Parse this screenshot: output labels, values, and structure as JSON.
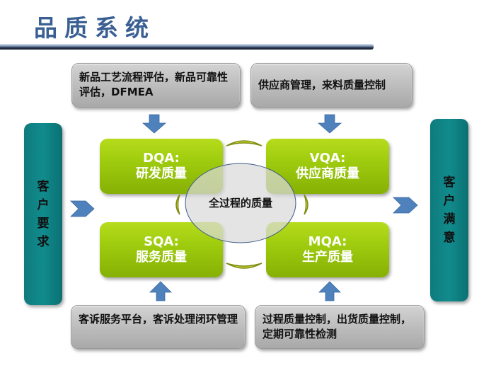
{
  "title": "品质系统",
  "inputs": {
    "left": "客户要求",
    "right": "客户满意"
  },
  "quadrants": {
    "dqa": {
      "code": "DQA:",
      "name": "研发质量"
    },
    "vqa": {
      "code": "VQA:",
      "name": "供应商质量"
    },
    "sqa": {
      "code": "SQA:",
      "name": "服务质量"
    },
    "mqa": {
      "code": "MQA:",
      "name": "生产质量"
    }
  },
  "center": "全过程的质量",
  "notes": {
    "top_left": "新品工艺流程评估，新品可靠性评估，DFMEA",
    "top_right": "供应商管理，来料质量控制",
    "bottom_left": "客诉服务平台，客诉处理闭环管理",
    "bottom_right": "过程质量控制，出货质量控制，定期可靠性检测"
  },
  "colors": {
    "title": "#3a5f93",
    "green": "#9fcc0e",
    "teal": "#118b8d",
    "arrow": "#4f81bd",
    "arc": "#c8d53a"
  }
}
